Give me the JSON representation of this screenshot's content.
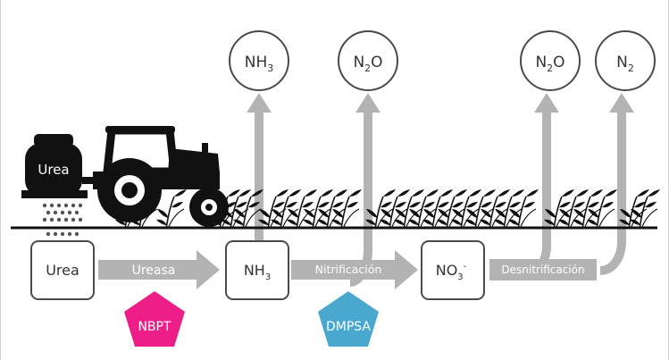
{
  "gases": [
    {
      "id": "nh3",
      "base": "NH",
      "sub": "3"
    },
    {
      "id": "n2o-nitrif",
      "base": "N",
      "sub": "2",
      "tail": "O"
    },
    {
      "id": "n2o-denitrif",
      "base": "N",
      "sub": "2",
      "tail": "O"
    },
    {
      "id": "n2",
      "base": "N",
      "sub": "2"
    }
  ],
  "tank_label": "Urea",
  "soil_nodes": {
    "urea": "Urea",
    "nh3": {
      "base": "NH",
      "sub": "3"
    },
    "no3": {
      "base": "NO",
      "sub": "3",
      "sup": "-"
    }
  },
  "processes": {
    "ureasa": "Ureasa",
    "nitrificacion": "Nitrificación",
    "desnitrificacion": "Desnitrificación"
  },
  "inhibitors": {
    "nbpt": {
      "label": "NBPT",
      "color": "#ee1e88"
    },
    "dmpsa": {
      "label": "DMPSA",
      "color": "#4aa8cf"
    }
  },
  "colors": {
    "arrow": "#b3b3b3",
    "node_border": "#4a4a4a",
    "ink": "#111111",
    "text": "#333333"
  }
}
